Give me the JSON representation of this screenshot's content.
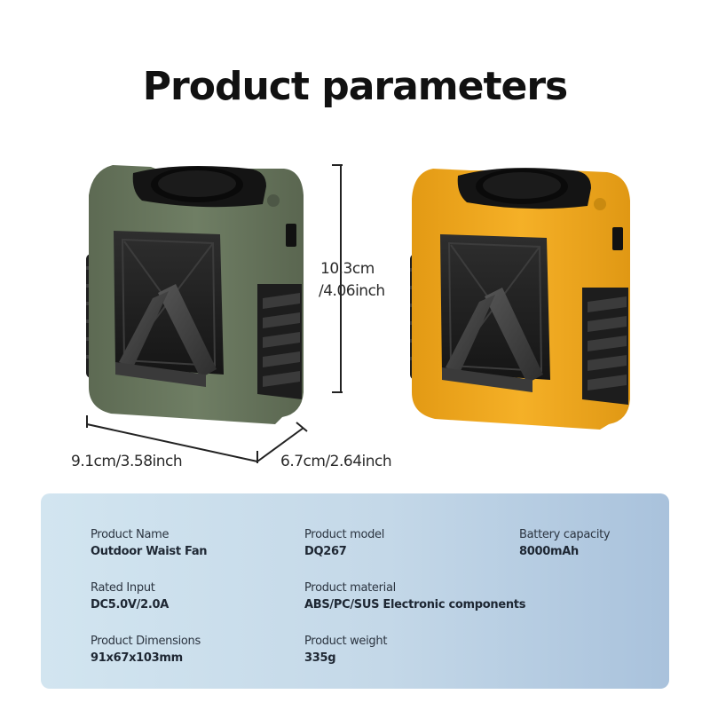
{
  "title": "Product parameters",
  "dimensions": {
    "height_cm": "10.3cm",
    "height_inch": "/4.06inch",
    "width": "9.1cm/3.58inch",
    "depth": "6.7cm/2.64inch"
  },
  "products": [
    {
      "name": "green-variant",
      "body_color": "#6b7a60",
      "accent_color": "#565f4d"
    },
    {
      "name": "yellow-variant",
      "body_color": "#f2aa1f",
      "accent_color": "#d8900f"
    }
  ],
  "specs": [
    {
      "label": "Product Name",
      "value": "Outdoor Waist Fan"
    },
    {
      "label": "Product model",
      "value": "DQ267"
    },
    {
      "label": "Battery capacity",
      "value": "8000mAh"
    },
    {
      "label": "Rated Input",
      "value": "DC5.0V/2.0A"
    },
    {
      "label": "Product material",
      "value": "ABS/PC/SUS Electronic components"
    },
    {
      "label": "Product Dimensions",
      "value": "91x67x103mm"
    },
    {
      "label": "Product weight",
      "value": "335g"
    }
  ]
}
